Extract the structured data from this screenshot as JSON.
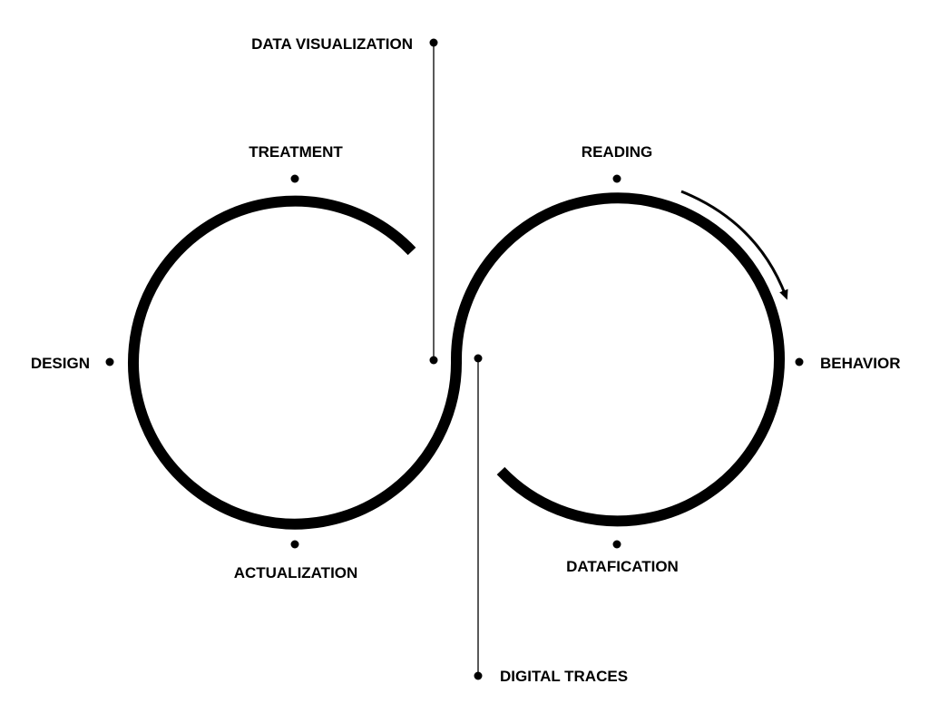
{
  "colors": {
    "stroke": "#000000",
    "background": "#ffffff"
  },
  "labels": {
    "data_visualization": "DATA VISUALIZATION",
    "treatment": "TREATMENT",
    "reading": "READING",
    "design": "DESIGN",
    "behavior": "BEHAVIOR",
    "actualization": "ACTUALIZATION",
    "datafication": "DATAFICATION",
    "digital_traces": "DIGITAL TRACES"
  }
}
